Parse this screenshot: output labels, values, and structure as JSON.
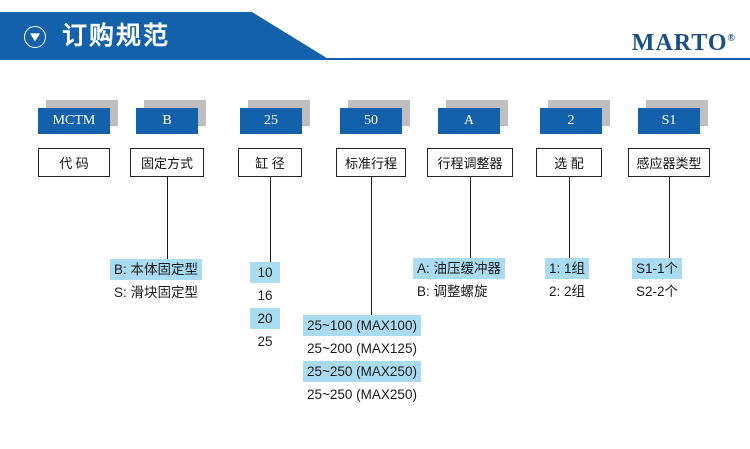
{
  "header": {
    "title": "订购规范",
    "arrow_icon": "circled-down-triangle-icon",
    "brand": "MARTO",
    "brand_mark": "®",
    "banner_color": "#1461ab"
  },
  "colors": {
    "code_blue": "#1461ab",
    "highlight": "#a9dcf2",
    "shadow": "#bfbfbf",
    "text": "#1a1a1a"
  },
  "columns": [
    {
      "code": "MCTM",
      "label": "代 码",
      "has_connector": false,
      "options": []
    },
    {
      "code": "B",
      "label": "固定方式",
      "has_connector": true,
      "options": [
        {
          "text": "B: 本体固定型",
          "highlight": true
        },
        {
          "text": "S: 滑块固定型",
          "highlight": false
        }
      ]
    },
    {
      "code": "25",
      "label": "缸 径",
      "has_connector": true,
      "options": [
        {
          "text": "10",
          "highlight": true
        },
        {
          "text": "16",
          "highlight": false
        },
        {
          "text": "20",
          "highlight": true
        },
        {
          "text": "25",
          "highlight": false
        }
      ]
    },
    {
      "code": "50",
      "label": "标准行程",
      "has_connector": true,
      "options": [
        {
          "text": "25~100 (MAX100)",
          "highlight": true
        },
        {
          "text": "25~200 (MAX125)",
          "highlight": false
        },
        {
          "text": "25~250 (MAX250)",
          "highlight": true
        },
        {
          "text": "25~250 (MAX250)",
          "highlight": false
        }
      ]
    },
    {
      "code": "A",
      "label": "行程调整器",
      "has_connector": true,
      "options": [
        {
          "text": "A: 油压缓冲器",
          "highlight": true
        },
        {
          "text": "B: 调整螺旋",
          "highlight": false
        }
      ]
    },
    {
      "code": "2",
      "label": "选 配",
      "has_connector": true,
      "options": [
        {
          "text": "1: 1组",
          "highlight": true
        },
        {
          "text": "2: 2组",
          "highlight": false
        }
      ]
    },
    {
      "code": "S1",
      "label": "感应器类型",
      "has_connector": true,
      "options": [
        {
          "text": "S1-1个",
          "highlight": true
        },
        {
          "text": "S2-2个",
          "highlight": false
        }
      ]
    }
  ]
}
